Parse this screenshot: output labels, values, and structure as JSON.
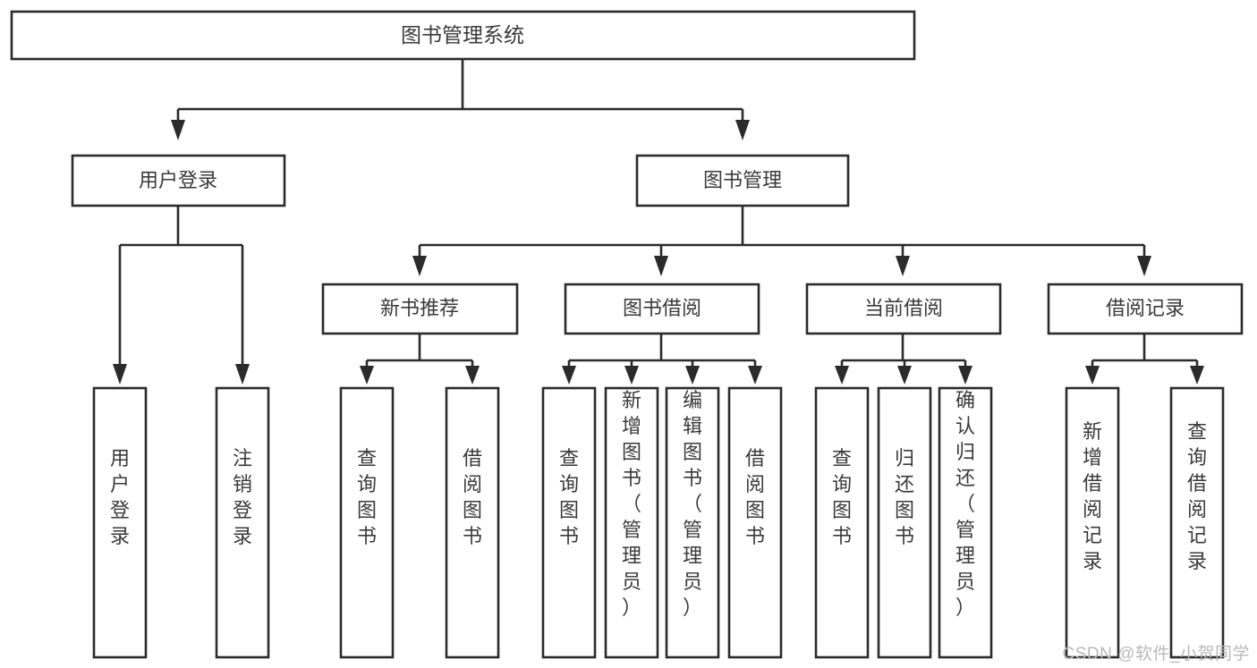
{
  "diagram": {
    "type": "hierarchy-tree",
    "title": "图书管理系统",
    "orientation": "top-down",
    "colors": {
      "box_stroke": "#2b2b2b",
      "box_fill": "#ffffff",
      "text": "#3a3a3a",
      "connector": "#2b2b2b",
      "background": "#ffffff",
      "watermark": "#b9b9b9"
    },
    "levels": {
      "root": [
        "图书管理系统"
      ],
      "level2": [
        "用户登录",
        "图书管理"
      ],
      "level3": [
        "新书推荐",
        "图书借阅",
        "当前借阅",
        "借阅记录"
      ],
      "leaves": [
        "用户登录",
        "注销登录",
        "查询图书",
        "借阅图书",
        "查询图书",
        "新增图书（管理员）",
        "编辑图书（管理员）",
        "借阅图书",
        "查询图书",
        "归还图书",
        "确认归还（管理员）",
        "新增借阅记录",
        "查询借阅记录"
      ]
    }
  },
  "root": {
    "label": "图书管理系统"
  },
  "branches": {
    "user_login": {
      "label": "用户登录",
      "children": [
        {
          "label": "用户登录"
        },
        {
          "label": "注销登录"
        }
      ]
    },
    "book_manage": {
      "label": "图书管理",
      "children": [
        {
          "label": "新书推荐",
          "children": [
            {
              "label": "查询图书"
            },
            {
              "label": "借阅图书"
            }
          ]
        },
        {
          "label": "图书借阅",
          "children": [
            {
              "label": "查询图书"
            },
            {
              "label": "新增图书（管理员）"
            },
            {
              "label": "编辑图书（管理员）"
            },
            {
              "label": "借阅图书"
            }
          ]
        },
        {
          "label": "当前借阅",
          "children": [
            {
              "label": "查询图书"
            },
            {
              "label": "归还图书"
            },
            {
              "label": "确认归还（管理员）"
            }
          ]
        },
        {
          "label": "借阅记录",
          "children": [
            {
              "label": "新增借阅记录"
            },
            {
              "label": "查询借阅记录"
            }
          ]
        }
      ]
    }
  },
  "watermark": {
    "text": "CSDN @软件_小贺同学"
  }
}
